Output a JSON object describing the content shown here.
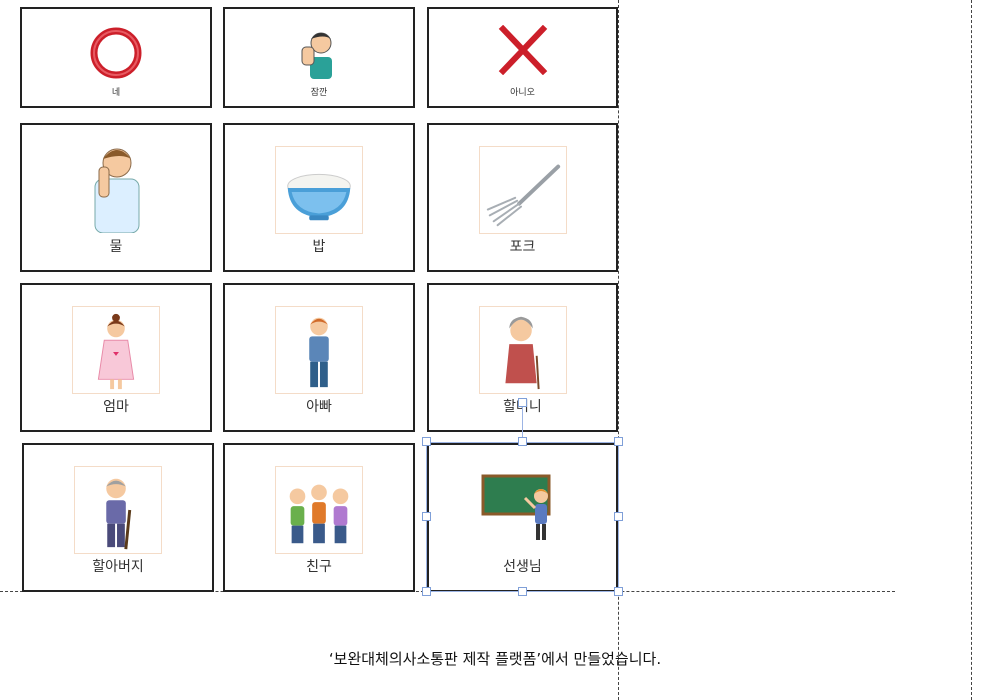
{
  "cards": [
    {
      "label": "네",
      "icon": "circle-o-icon"
    },
    {
      "label": "잠깐",
      "icon": "stop-hand-person-icon"
    },
    {
      "label": "아니오",
      "icon": "x-mark-icon"
    },
    {
      "label": "물",
      "icon": "person-drinking-icon"
    },
    {
      "label": "밥",
      "icon": "rice-bowl-icon"
    },
    {
      "label": "포크",
      "icon": "fork-icon"
    },
    {
      "label": "엄마",
      "icon": "mother-icon"
    },
    {
      "label": "아빠",
      "icon": "father-icon"
    },
    {
      "label": "할머니",
      "icon": "grandmother-icon"
    },
    {
      "label": "할아버지",
      "icon": "grandfather-icon"
    },
    {
      "label": "친구",
      "icon": "friends-icon"
    },
    {
      "label": "선생님",
      "icon": "teacher-icon"
    }
  ],
  "footer": {
    "text": "‘보완대체의사소통판 제작 플랫폼’에서 만들었습니다."
  },
  "colors": {
    "border": "#222222",
    "guide": "#444444",
    "selection": "#7f9fd8",
    "red": "#cc1f2a"
  }
}
